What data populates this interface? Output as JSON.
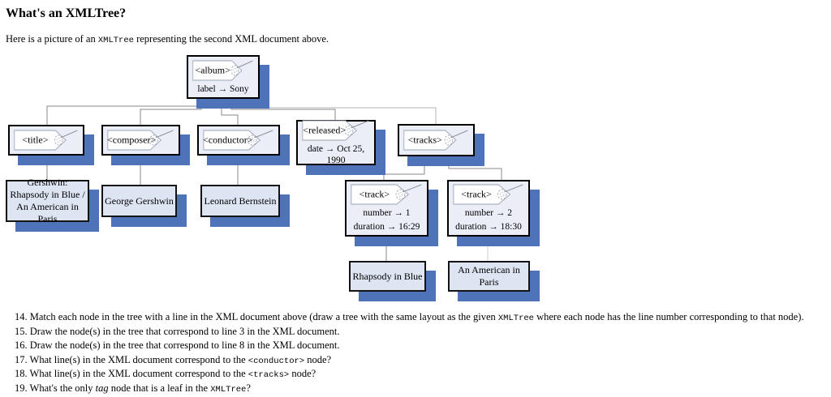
{
  "page": {
    "title": "What's an XMLTree?",
    "intro": {
      "pre": "Here is a picture of an ",
      "code": "XMLTree",
      "post": " representing the second XML document above."
    }
  },
  "colors": {
    "node_shadow": "#4e73b9",
    "tag_node_fill": "#ebeef7",
    "text_node_fill": "#dde4f2",
    "node_border": "#000000",
    "connector_gray": "#8a8a8a"
  },
  "tree": {
    "album": {
      "tag": "<album>",
      "attr1": "label → Sony"
    },
    "title": {
      "tag": "<title>"
    },
    "composer": {
      "tag": "<composer>"
    },
    "conductor": {
      "tag": "<conductor>"
    },
    "released": {
      "tag": "<released>",
      "attr1": "date → Oct 25, 1990"
    },
    "tracks": {
      "tag": "<tracks>"
    },
    "track1": {
      "tag": "<track>",
      "attr1": "number → 1",
      "attr2": "duration → 16:29"
    },
    "track2": {
      "tag": "<track>",
      "attr1": "number → 2",
      "attr2": "duration → 18:30"
    },
    "title_text": {
      "line1": "Gershwin:",
      "line2": "Rhapsody in Blue /",
      "line3": "An American in Paris"
    },
    "composer_text": {
      "text": "George Gershwin"
    },
    "conductor_text": {
      "text": "Leonard Bernstein"
    },
    "track1_text": {
      "text": "Rhapsody in Blue"
    },
    "track2_text": {
      "text": "An American in Paris"
    }
  },
  "questions": [
    {
      "num": "14.",
      "pre": "Match each node in the tree with a line in the XML document above (draw a tree with the same layout as the given ",
      "code": "XMLTree",
      "post": " where each node has the line number corresponding to that node)."
    },
    {
      "num": "15.",
      "pre": "Draw the node(s) in the tree that correspond to line 3 in the XML document."
    },
    {
      "num": "16.",
      "pre": "Draw the node(s) in the tree that correspond to line 8 in the XML document."
    },
    {
      "num": "17.",
      "pre": "What line(s) in the XML document correspond to the ",
      "code": "<conductor>",
      "post": " node?"
    },
    {
      "num": "18.",
      "pre": "What line(s) in the XML document correspond to the ",
      "code": "<tracks>",
      "post": " node?"
    },
    {
      "num": "19.",
      "pre": "What's the only ",
      "em": "tag",
      "mid": " node that is a leaf in the ",
      "code": "XMLTree",
      "post": "?"
    }
  ]
}
